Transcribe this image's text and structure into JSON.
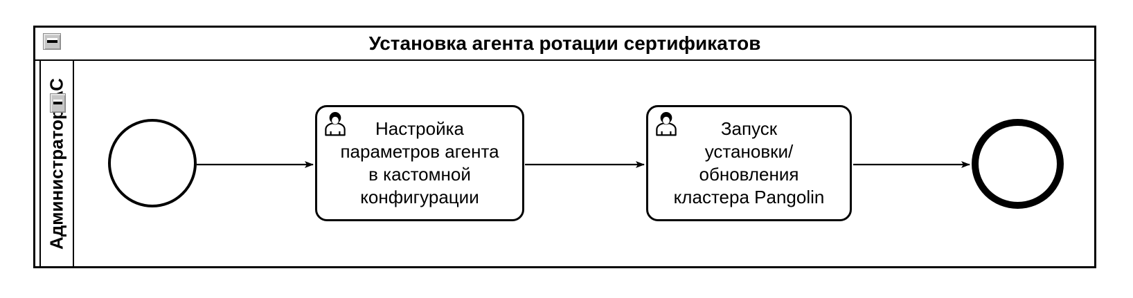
{
  "pool": {
    "title": "Установка агента ротации сертификатов",
    "collapse_button": {
      "symbol": "−",
      "state": "expanded"
    },
    "lane": {
      "label": "Администратор АС",
      "collapse_button": {
        "symbol": "−",
        "state": "expanded"
      }
    }
  },
  "process": {
    "start_event": {
      "type": "start-event"
    },
    "tasks": [
      {
        "type": "user-task",
        "icon": "user-icon",
        "label": "Настройка параметров агента в кастомной конфигурации",
        "lines": [
          "Настройка",
          "параметров агента",
          "в кастомной",
          "конфигурации"
        ]
      },
      {
        "type": "user-task",
        "icon": "user-icon",
        "label": "Запуск установки/ обновления кластера Pangolin",
        "lines": [
          "Запуск",
          "установки/",
          "обновления",
          "кластера Pangolin"
        ]
      }
    ],
    "end_event": {
      "type": "end-event"
    },
    "flows": [
      {
        "from": "start-event",
        "to": "task-1"
      },
      {
        "from": "task-1",
        "to": "task-2"
      },
      {
        "from": "task-2",
        "to": "end-event"
      }
    ]
  },
  "colors": {
    "stroke": "#000000",
    "fill": "#ffffff",
    "button_face": "#c6c6c6",
    "background": "#ffffff"
  }
}
